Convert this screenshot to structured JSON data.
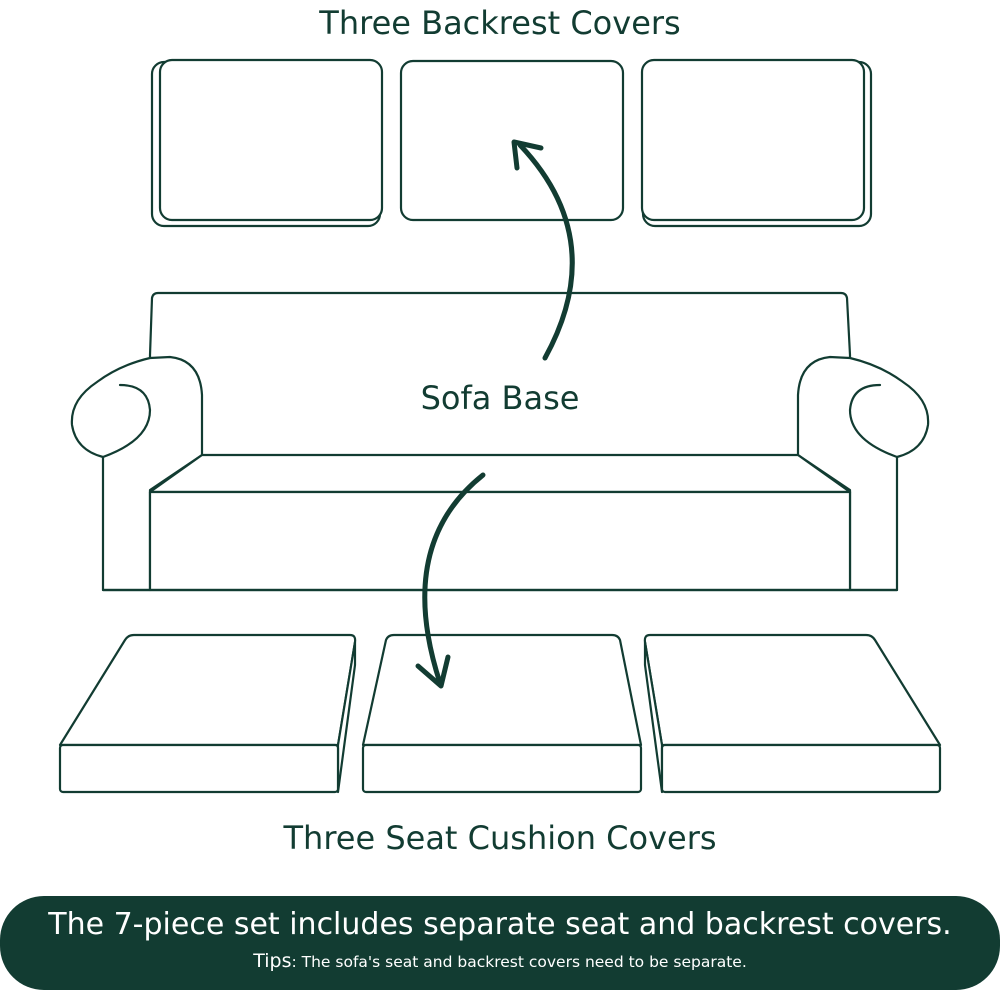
{
  "labels": {
    "backrest_title": "Three Backrest Covers",
    "base_label": "Sofa Base",
    "cushion_title": "Three Seat Cushion Covers"
  },
  "banner": {
    "headline": "The 7-piece set includes separate seat and backrest covers.",
    "tip_label": "Tips",
    "tip_text": ": The sofa's seat and backrest covers need to be separate."
  },
  "colors": {
    "ink": "#123c32",
    "banner_bg": "#123c32",
    "banner_text": "#ffffff",
    "background": "#ffffff"
  }
}
